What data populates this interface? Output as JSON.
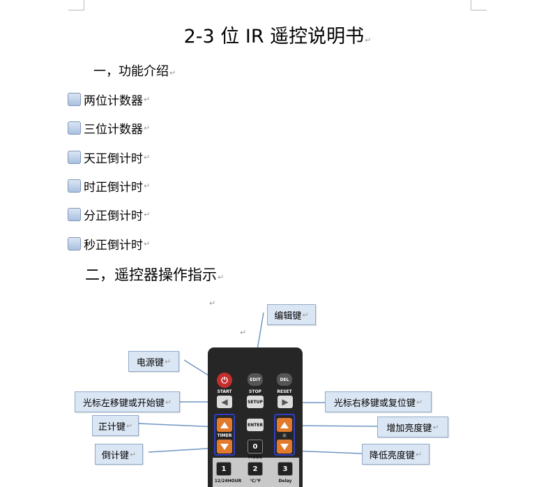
{
  "title": "2-3 位 IR 遥控说明书",
  "section1": {
    "heading": "一，功能介绍"
  },
  "functions": [
    "两位计数器",
    "三位计数器",
    "天正倒计时",
    "时正倒计时",
    "分正倒计时",
    "秒正倒计时"
  ],
  "section2": {
    "heading": "二，遥控器操作指示"
  },
  "paragraph_mark": "↵",
  "callouts": {
    "edit": "编辑键",
    "power": "电源键",
    "left": "光标左移键或开始键",
    "right": "光标右移键或复位键",
    "count_up": "正计键",
    "brightness_up": "增加亮度键",
    "countdown": "倒计键",
    "brightness_down": "降低亮度键"
  },
  "remote": {
    "edit": "EDIT",
    "del": "DEL",
    "start": "START",
    "stop": "STOP",
    "reset": "RESET",
    "setup": "SETUP",
    "enter": "ENTER",
    "timer": "TIMER",
    "mode": "MODE",
    "brightness_symbol": "☼",
    "keys": [
      "0",
      "1",
      "2",
      "3"
    ],
    "key_labels": [
      "12/24HOUR",
      "℃/℉",
      "Delay"
    ]
  },
  "colors": {
    "callout_fill": "#dbe6f4",
    "callout_border": "#8eaac9",
    "orange_button": "#e27a2d",
    "power_button": "#c62d2d",
    "arrow_line": "#6f96c2"
  }
}
